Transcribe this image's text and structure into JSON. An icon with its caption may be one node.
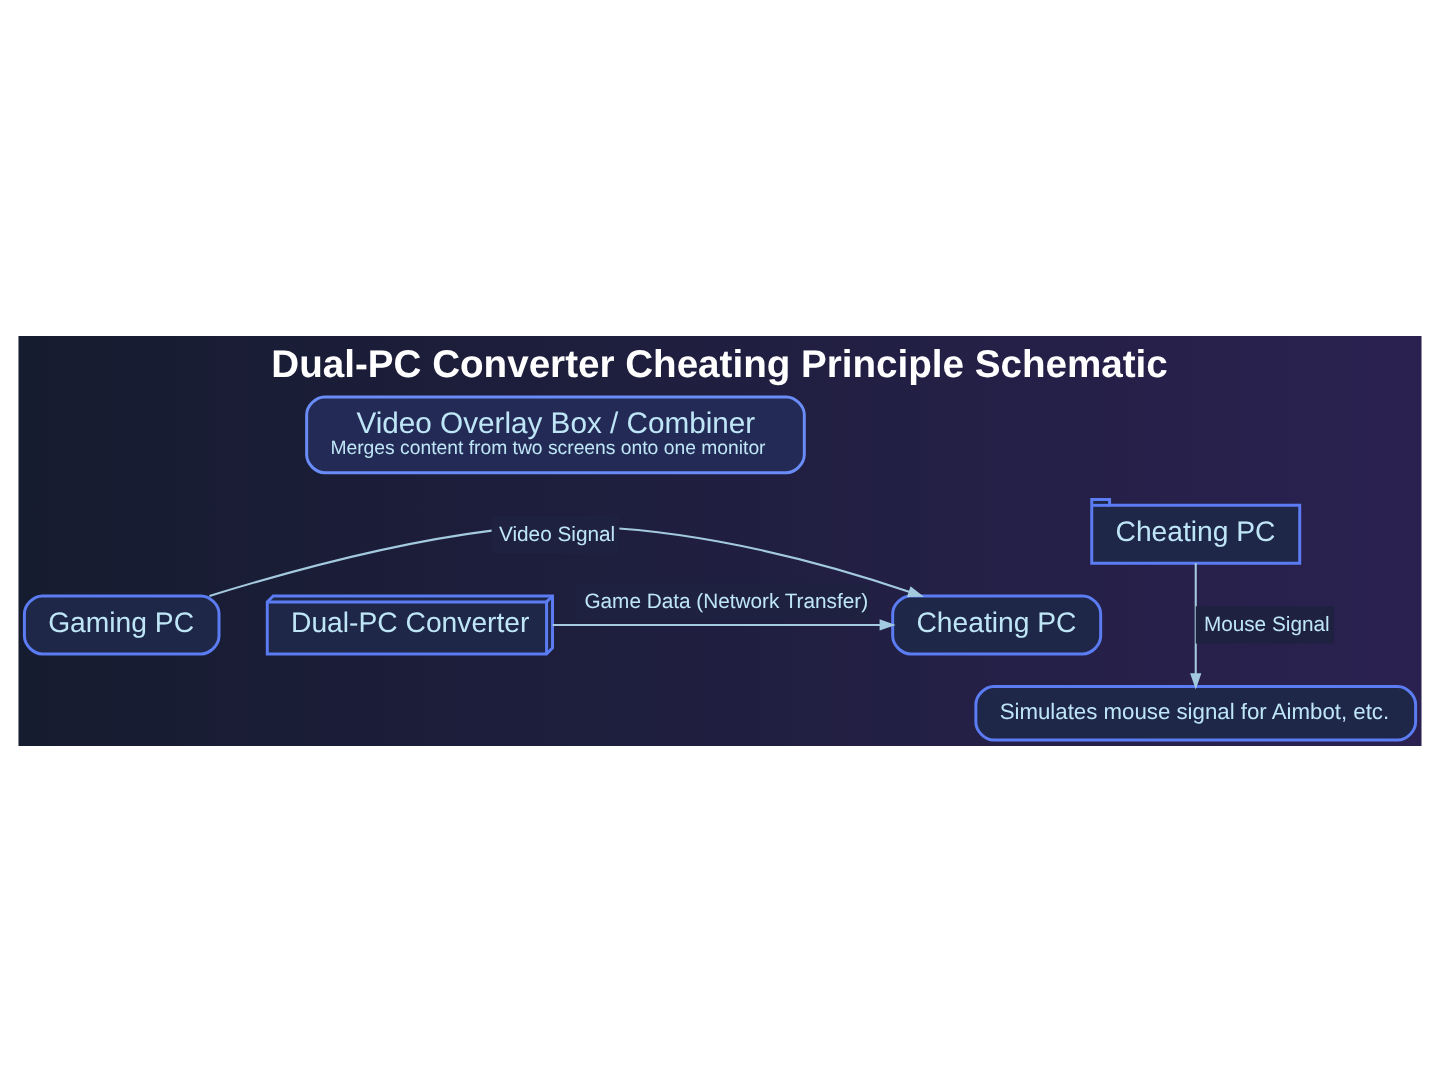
{
  "diagram": {
    "title": "Dual-PC Converter Cheating Principle Schematic",
    "nodes": [
      {
        "text": [
          "Video Overlay Box / Combiner",
          "Merges content from two screens onto one monitor"
        ]
      },
      {
        "text": [
          "Gaming PC"
        ]
      },
      {
        "text": [
          "Dual-PC Converter"
        ]
      },
      {
        "text": [
          "Cheating PC"
        ]
      },
      {
        "text": [
          "Cheating PC"
        ]
      },
      {
        "text": [
          "Simulates mouse signal for Aimbot, etc."
        ]
      }
    ],
    "edges": [
      {
        "from": 1,
        "to": 3,
        "arrow": "to",
        "label": "Video Signal"
      },
      {
        "from": 2,
        "to": 3,
        "arrow": "to",
        "label": "Game Data (Network Transfer)"
      },
      {
        "from": 4,
        "to": 5,
        "arrow": "to",
        "label": "Mouse Signal"
      }
    ]
  }
}
